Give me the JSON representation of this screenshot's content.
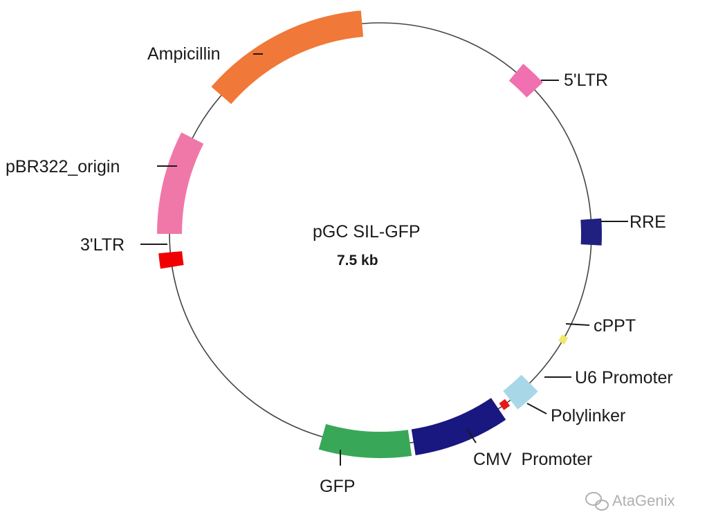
{
  "plasmid": {
    "name": "pGC SIL-GFP",
    "size": "7.5 kb"
  },
  "features": [
    {
      "id": "ampicillin",
      "label": "Ampicillin",
      "color": "#F07838"
    },
    {
      "id": "five-ltr",
      "label": "5'LTR",
      "color": "#F070B0"
    },
    {
      "id": "rre",
      "label": "RRE",
      "color": "#202080"
    },
    {
      "id": "cppt",
      "label": "cPPT",
      "color": "#F0E868"
    },
    {
      "id": "u6-promoter",
      "label": "U6 Promoter",
      "color": "#A8D8E8"
    },
    {
      "id": "polylinker",
      "label": "Polylinker",
      "color": "#E81818"
    },
    {
      "id": "cmv-promoter",
      "label": "CMV  Promoter",
      "color": "#181880"
    },
    {
      "id": "gfp",
      "label": "GFP",
      "color": "#38A858"
    },
    {
      "id": "three-ltr",
      "label": "3'LTR",
      "color": "#F00000"
    },
    {
      "id": "pbr322-origin",
      "label": "pBR322_origin",
      "color": "#F078A8"
    }
  ],
  "watermark": {
    "text": "AtaGenix",
    "icon": "wechat-icon"
  }
}
